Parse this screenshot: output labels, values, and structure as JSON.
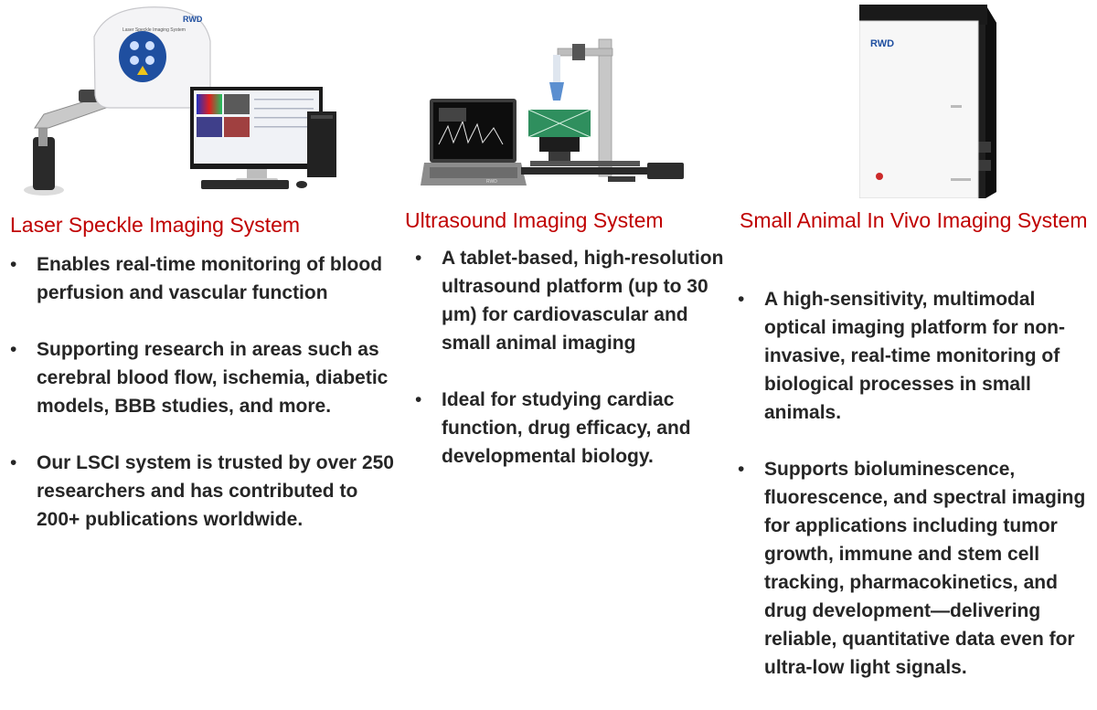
{
  "columns": [
    {
      "heading": "Laser Speckle Imaging System",
      "image": {
        "logo_text": "RWD",
        "device_label": "Laser Speckle Imaging System",
        "icon": "laser-speckle-system-photo-icon"
      },
      "bullets": [
        "Enables real-time monitoring of blood perfusion and vascular function",
        "Supporting research in areas such as cerebral blood flow, ischemia, diabetic models, BBB studies, and more.",
        "Our LSCI system is trusted by over 250 researchers and has contributed to 200+ publications worldwide."
      ]
    },
    {
      "heading": "Ultrasound Imaging System",
      "image": {
        "logo_text": "RWD",
        "icon": "ultrasound-system-photo-icon"
      },
      "bullets": [
        "A tablet-based, high-resolution ultrasound platform (up to 30 μm) for cardiovascular and small animal imaging",
        "Ideal for studying cardiac function, drug efficacy, and developmental biology."
      ]
    },
    {
      "heading": "Small Animal In Vivo Imaging System",
      "image": {
        "logo_text": "RWD",
        "icon": "in-vivo-imager-photo-icon"
      },
      "bullets": [
        "A high-sensitivity, multimodal optical imaging platform for non-invasive, real-time monitoring of biological processes in small animals.",
        "Supports bioluminescence, fluorescence, and spectral imaging for applications including tumor growth, immune and stem cell tracking, pharmacokinetics, and drug development—delivering reliable, quantitative data even for ultra-low light signals."
      ]
    }
  ],
  "bullet_glyph": "•",
  "colors": {
    "heading": "#c00000",
    "body_text": "#262626"
  }
}
